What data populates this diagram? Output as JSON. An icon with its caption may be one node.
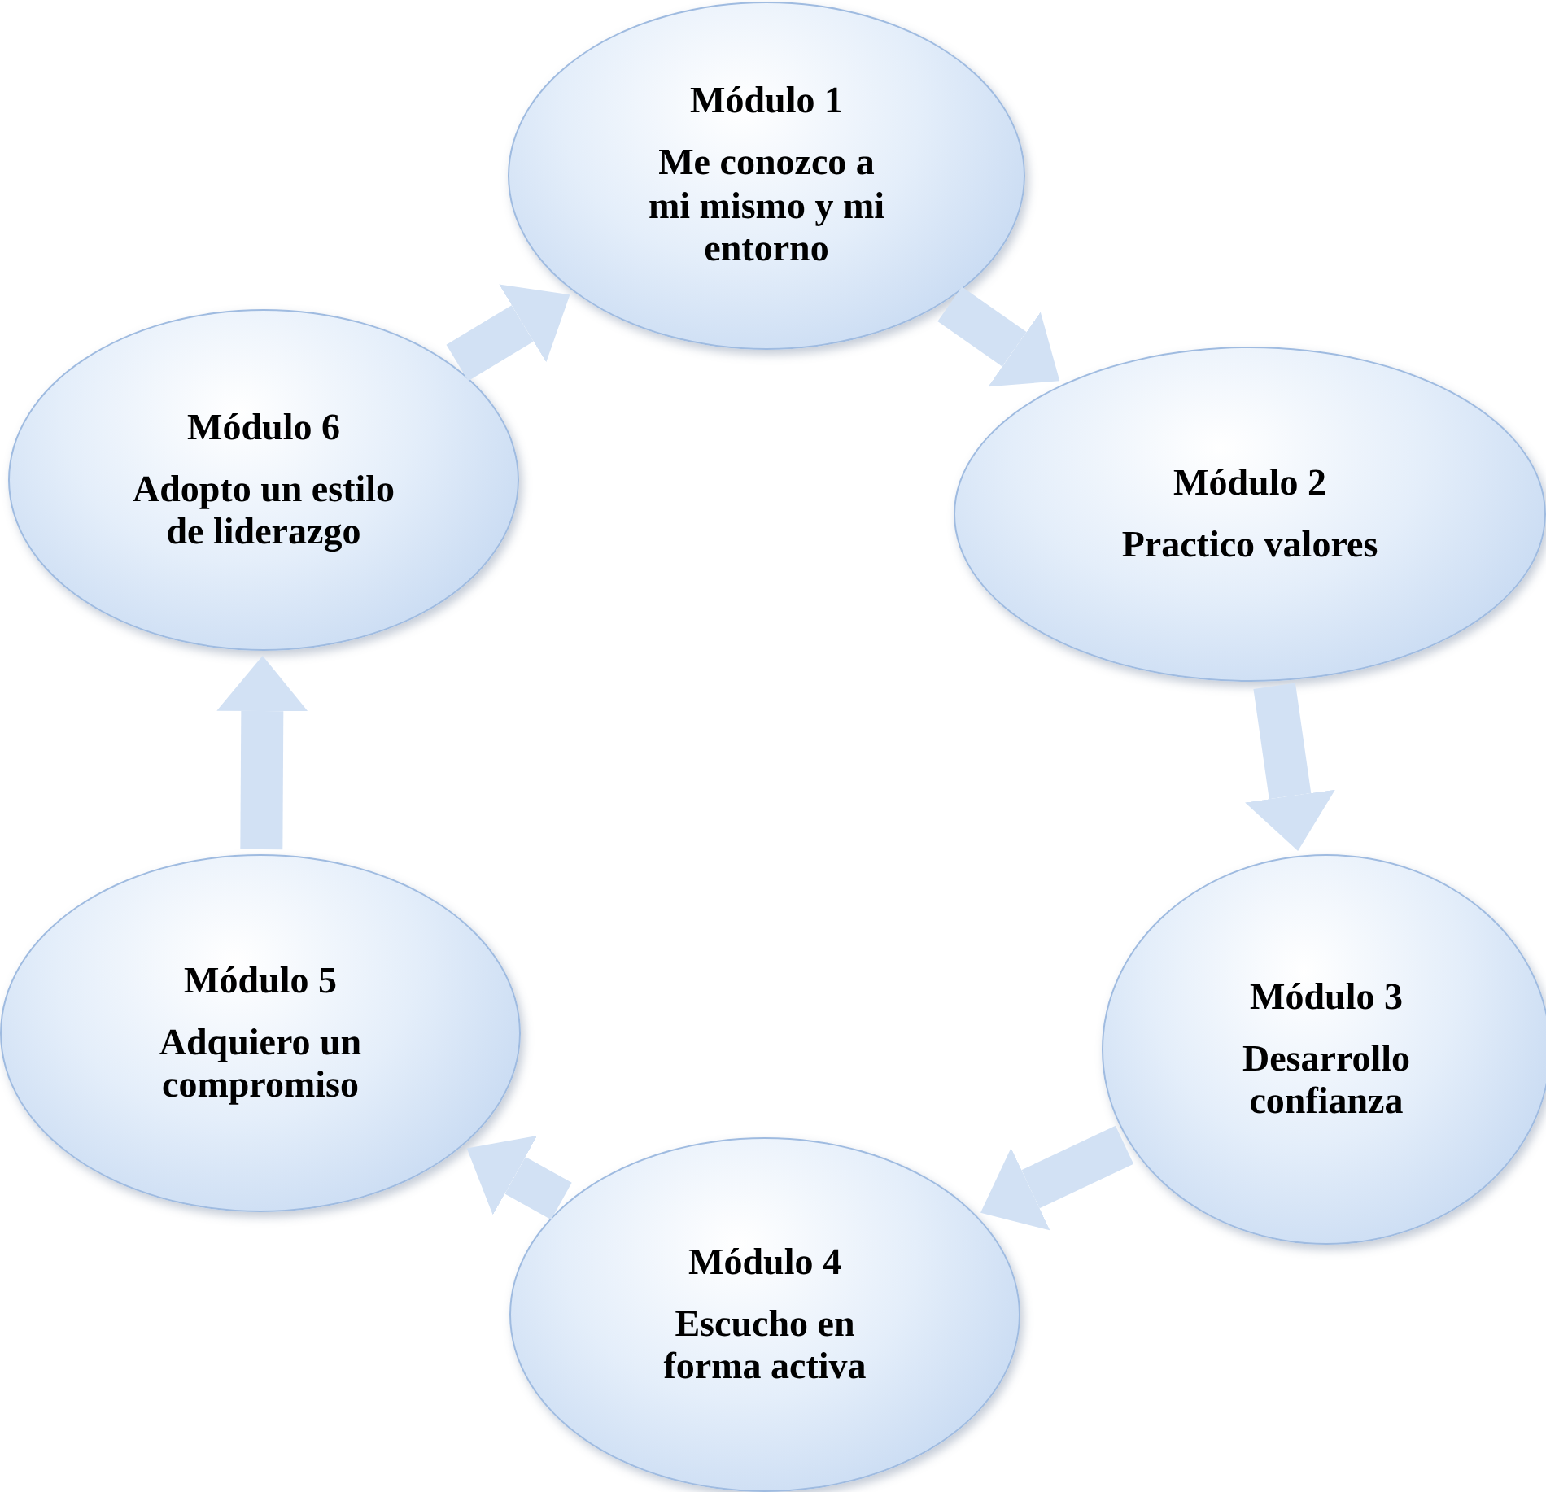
{
  "diagram": {
    "nodes": [
      {
        "text": [
          "Módulo 1",
          "Me conozco a mi mismo y mi entorno"
        ]
      },
      {
        "text": [
          "Módulo 2",
          "Practico valores"
        ]
      },
      {
        "text": [
          "Módulo 3",
          "Desarrollo confianza"
        ]
      },
      {
        "text": [
          "Módulo 4",
          "Escucho en forma activa"
        ]
      },
      {
        "text": [
          "Módulo 5",
          "Adquiero un compromiso"
        ]
      },
      {
        "text": [
          "Módulo 6",
          "Adopto un estilo de liderazgo"
        ]
      }
    ],
    "edges": [
      {
        "from": 0,
        "to": 1,
        "arrow": "to"
      },
      {
        "from": 1,
        "to": 2,
        "arrow": "to"
      },
      {
        "from": 2,
        "to": 3,
        "arrow": "to"
      },
      {
        "from": 3,
        "to": 4,
        "arrow": "to"
      },
      {
        "from": 4,
        "to": 5,
        "arrow": "to"
      },
      {
        "from": 5,
        "to": 0,
        "arrow": "to"
      }
    ]
  }
}
